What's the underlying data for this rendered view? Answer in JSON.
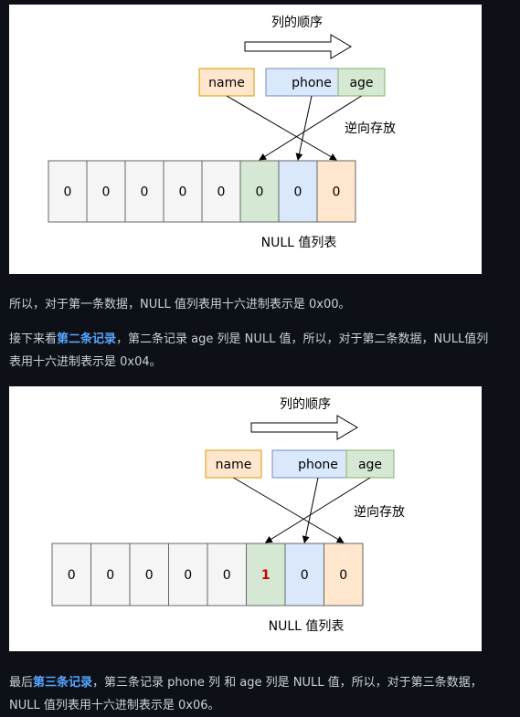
{
  "diagram1": {
    "order_label": "列的顺序",
    "reverse_label": "逆向存放",
    "null_label": "NULL 值列表",
    "columns": [
      {
        "name": "name",
        "fill": "#ffe6cc",
        "stroke": "#d79b00"
      },
      {
        "name": "phone",
        "fill": "#dae8fc",
        "stroke": "#6c8ebf"
      },
      {
        "name": "age",
        "fill": "#d5e8d4",
        "stroke": "#82b366"
      }
    ],
    "bits": [
      "0",
      "0",
      "0",
      "0",
      "0",
      "0",
      "0",
      "0"
    ],
    "bit_fills": [
      "#f5f5f5",
      "#f5f5f5",
      "#f5f5f5",
      "#f5f5f5",
      "#f5f5f5",
      "#d5e8d4",
      "#dae8fc",
      "#ffe6cc"
    ],
    "bit_colors": [
      "#000000",
      "#000000",
      "#000000",
      "#000000",
      "#000000",
      "#000000",
      "#000000",
      "#000000"
    ]
  },
  "para1": "所以，对于第一条数据，NULL 值列表用十六进制表示是 0x00。",
  "para2": {
    "prefix": "接下来看",
    "highlight": "第二条记录",
    "suffix": "，第二条记录 age 列是 NULL 值，所以，对于第二条数据，NULL值列表用十六进制表示是 0x04。"
  },
  "diagram2": {
    "order_label": "列的顺序",
    "reverse_label": "逆向存放",
    "null_label": "NULL 值列表",
    "columns": [
      {
        "name": "name",
        "fill": "#ffe6cc",
        "stroke": "#d79b00"
      },
      {
        "name": "phone",
        "fill": "#dae8fc",
        "stroke": "#6c8ebf"
      },
      {
        "name": "age",
        "fill": "#d5e8d4",
        "stroke": "#82b366"
      }
    ],
    "bits": [
      "0",
      "0",
      "0",
      "0",
      "0",
      "1",
      "0",
      "0"
    ],
    "bit_fills": [
      "#f5f5f5",
      "#f5f5f5",
      "#f5f5f5",
      "#f5f5f5",
      "#f5f5f5",
      "#d5e8d4",
      "#dae8fc",
      "#ffe6cc"
    ],
    "bit_colors": [
      "#000000",
      "#000000",
      "#000000",
      "#000000",
      "#000000",
      "#cc0000",
      "#000000",
      "#000000"
    ]
  },
  "para3": {
    "prefix": "最后",
    "highlight": "第三条记录",
    "suffix": "，第三条记录 phone 列 和 age 列是 NULL 值，所以，对于第三条数据，NULL 值列表用十六进制表示是 0x06。"
  }
}
